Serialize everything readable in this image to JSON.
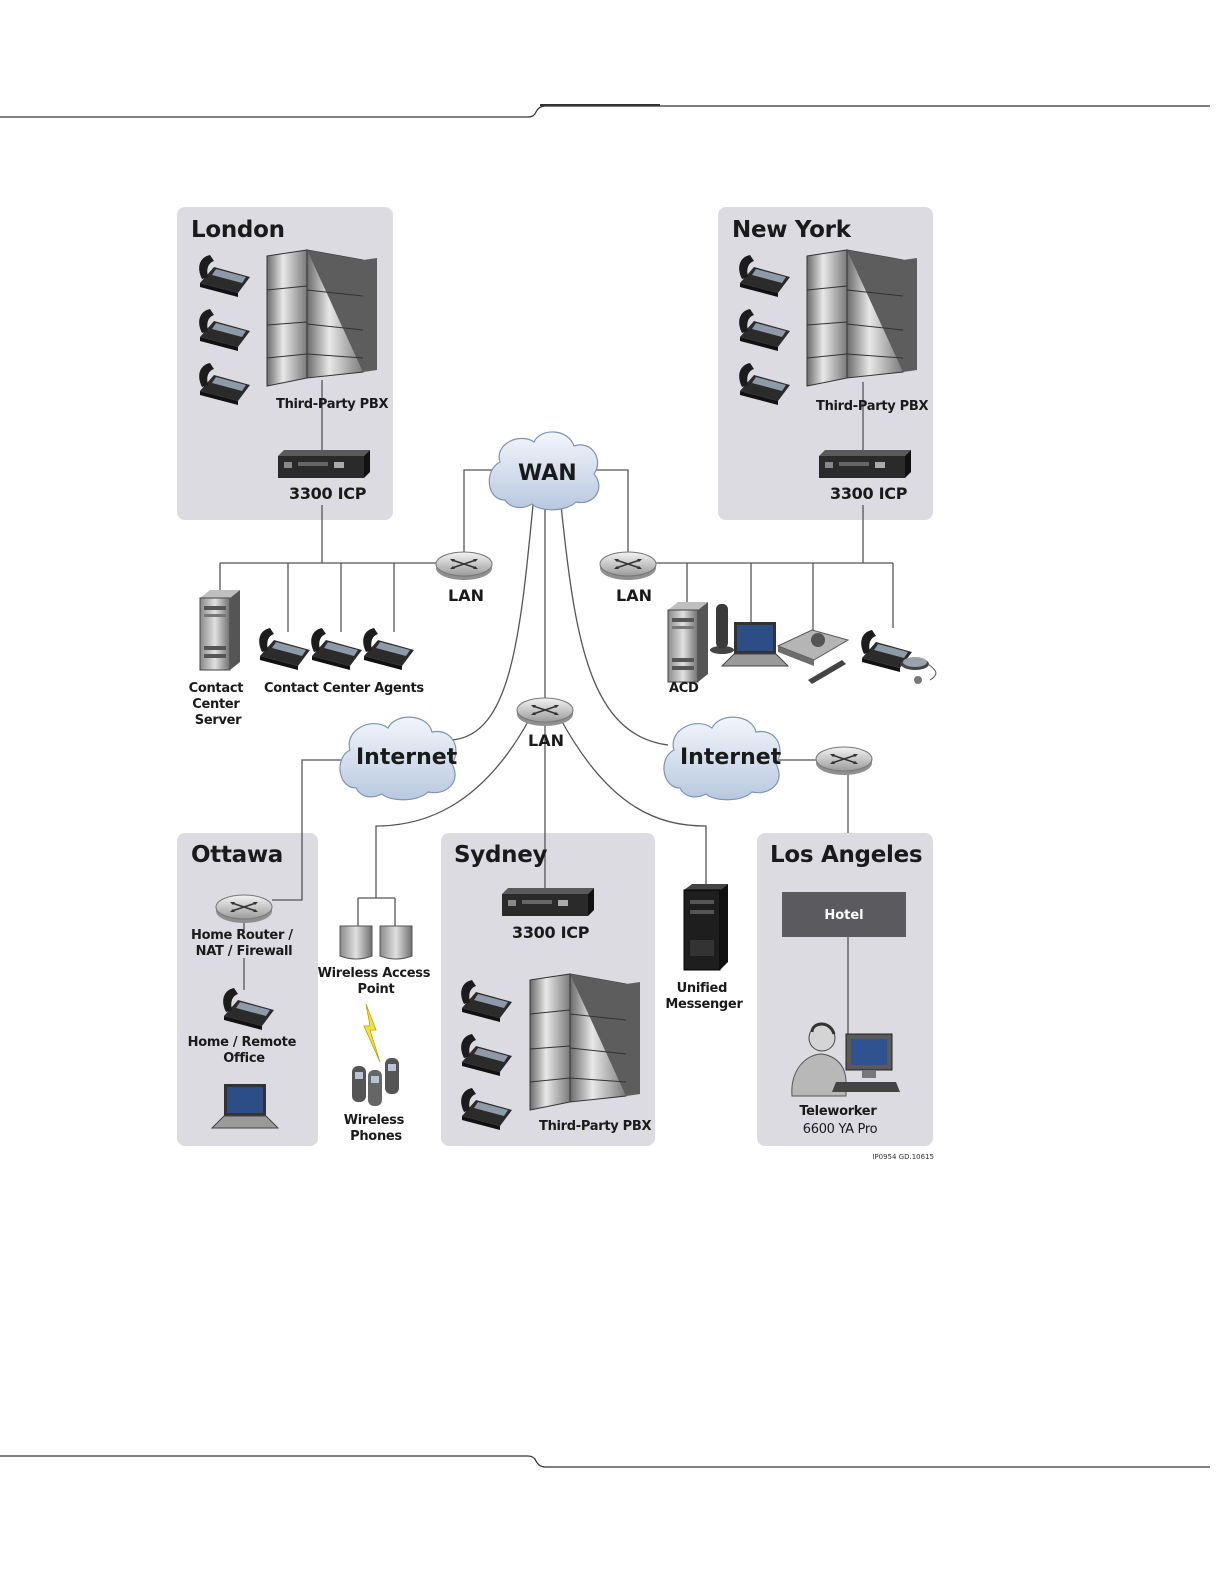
{
  "sites": {
    "london": "London",
    "new_york": "New York",
    "ottawa": "Ottawa",
    "sydney": "Sydney",
    "los_angeles": "Los Angeles"
  },
  "labels": {
    "third_party_pbx": "Third-Party PBX",
    "icp": "3300 ICP",
    "wan": "WAN",
    "lan": "LAN",
    "internet": "Internet",
    "contact_center_server": [
      "Contact",
      "Center",
      "Server"
    ],
    "contact_center_agents": "Contact Center Agents",
    "acd": "ACD",
    "home_router": [
      "Home Router /",
      "NAT / Firewall"
    ],
    "home_remote_office": [
      "Home / Remote",
      "Office"
    ],
    "wireless_access_point": [
      "Wireless Access",
      "Point"
    ],
    "wireless_phones": [
      "Wireless",
      "Phones"
    ],
    "unified_messenger": [
      "Unified",
      "Messenger"
    ],
    "hotel": "Hotel",
    "teleworker": [
      "Teleworker",
      "6600 YA Pro"
    ],
    "figure_ref": "IP0954  GD.10615"
  }
}
